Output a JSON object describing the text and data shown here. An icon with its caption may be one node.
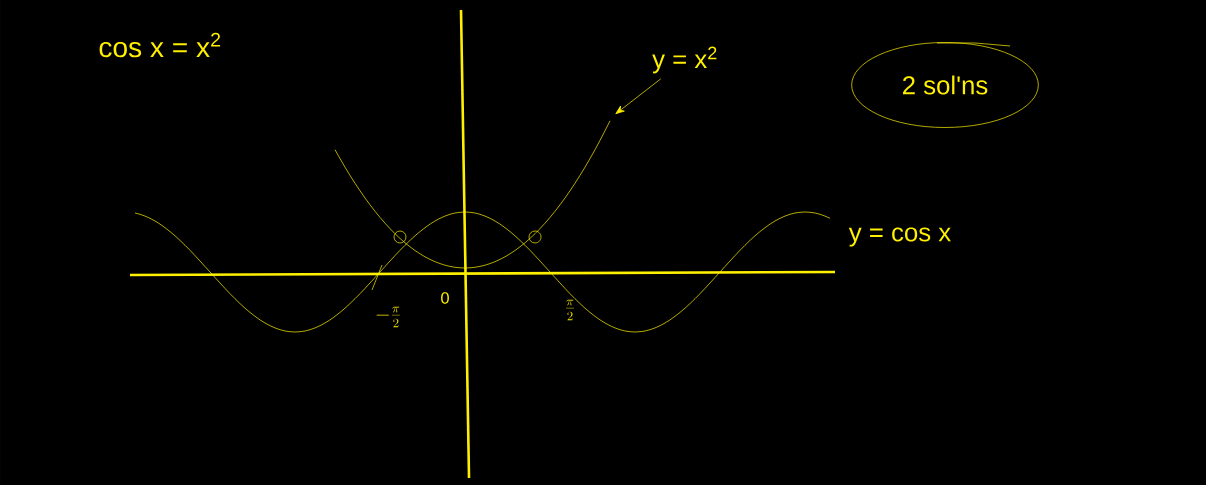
{
  "diagram": {
    "nodes": [
      {
        "text": [
          "y = x$^{2}$"
        ]
      },
      {
        "text": [
          "2 sol'ns"
        ]
      },
      {
        "text": [],
        "shape": "curve"
      }
    ],
    "edges": [
      {
        "from": 0,
        "to": 2,
        "arrow": "to"
      }
    ],
    "labels": [
      "cos x = x$^{2}$",
      "y = cos x",
      "0",
      "-\\frac{\\pi}{2}",
      "\\frac{\\pi}{2}"
    ]
  }
}
